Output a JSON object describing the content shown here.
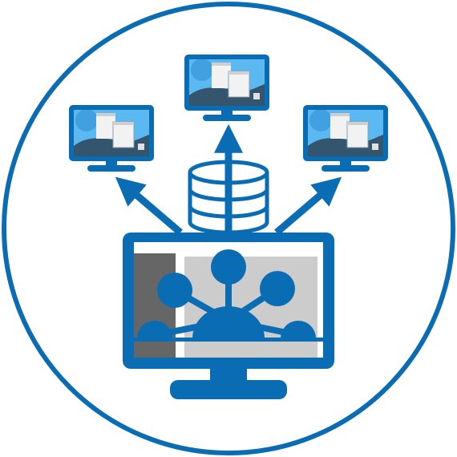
{
  "colors": {
    "brand_blue": "#0a6db4",
    "sky_light": "#5bb8f0",
    "sky_dark": "#2f8fd6",
    "hill_dark": "#33556e",
    "window_white": "#f2f2f2",
    "window_gray": "#cfcfcf",
    "panel_dark": "#666666",
    "panel_light": "#cccccc",
    "background": "#ffffff"
  },
  "diagram": {
    "kind": "network-deployment-icon",
    "hub": {
      "icon": "central-monitor-with-network-hub-icon",
      "network_nodes": 5
    },
    "data_store": {
      "icon": "database-icon",
      "disk_layers": 4
    },
    "clients": [
      {
        "icon": "client-monitor-icon",
        "position_label": "left"
      },
      {
        "icon": "client-monitor-icon",
        "position_label": "top"
      },
      {
        "icon": "client-monitor-icon",
        "position_label": "right"
      }
    ],
    "connections": [
      {
        "from": "hub",
        "to": "left"
      },
      {
        "from": "hub",
        "to": "top"
      },
      {
        "from": "hub",
        "to": "right"
      }
    ]
  }
}
